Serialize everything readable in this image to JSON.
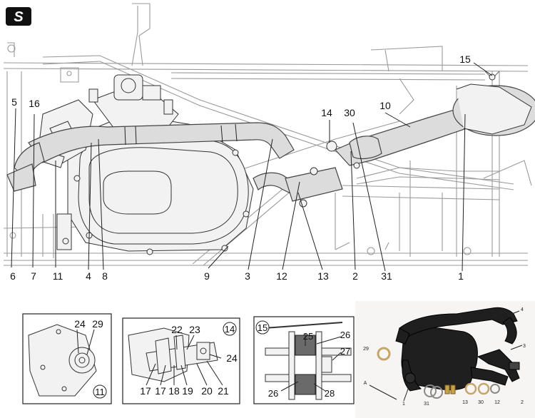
{
  "logo": {
    "letter": "S"
  },
  "callouts": {
    "n1": "1",
    "n2": "2",
    "n3": "3",
    "n4": "4",
    "n5": "5",
    "n6": "6",
    "n7": "7",
    "n8": "8",
    "n9": "9",
    "n10": "10",
    "n11": "11",
    "n12": "12",
    "n13": "13",
    "n14": "14",
    "n15": "15",
    "n16": "16",
    "n30": "30",
    "n31": "31"
  },
  "detail11": {
    "id": "11",
    "labels": [
      "24",
      "29"
    ]
  },
  "detail14": {
    "id": "14",
    "top_labels": [
      "22",
      "23"
    ],
    "right_label": "24",
    "bottom_labels": [
      "17",
      "17",
      "18",
      "19",
      "20",
      "21"
    ]
  },
  "detail15": {
    "id": "15",
    "labels": [
      "25",
      "26",
      "27",
      "26",
      "28"
    ]
  },
  "photo": {
    "labels": [
      "4",
      "3",
      "29",
      "A",
      "1",
      "31",
      "13",
      "30",
      "12",
      "2"
    ]
  }
}
